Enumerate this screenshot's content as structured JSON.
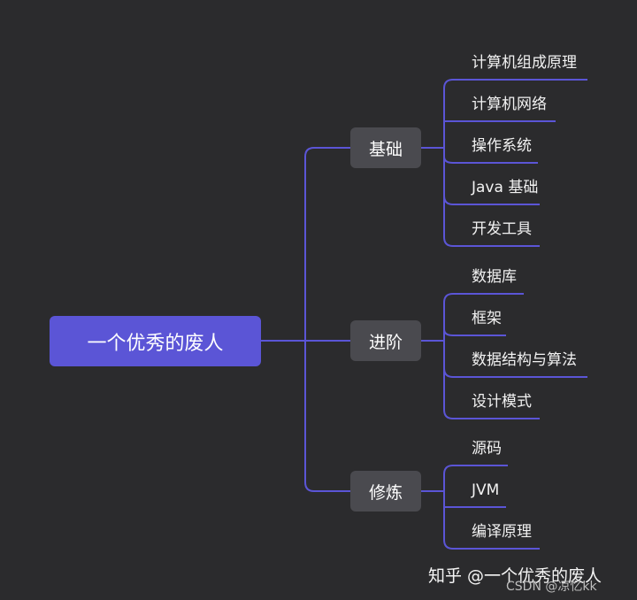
{
  "diagram": {
    "root": "一个优秀的废人",
    "branches": [
      {
        "label": "基础",
        "children": [
          "计算机组成原理",
          "计算机网络",
          "操作系统",
          "Java 基础",
          "开发工具"
        ]
      },
      {
        "label": "进阶",
        "children": [
          "数据库",
          "框架",
          "数据结构与算法",
          "设计模式"
        ]
      },
      {
        "label": "修炼",
        "children": [
          "源码",
          "JVM",
          "编译原理"
        ]
      }
    ]
  },
  "colors": {
    "background": "#2b2b2d",
    "root": "#5b55d6",
    "branch": "#4a4a4f",
    "line": "#5b55d6"
  },
  "watermark": {
    "zhihu": "知乎 @一个优秀的废人",
    "csdn": "CSDN @凉忆kk"
  }
}
